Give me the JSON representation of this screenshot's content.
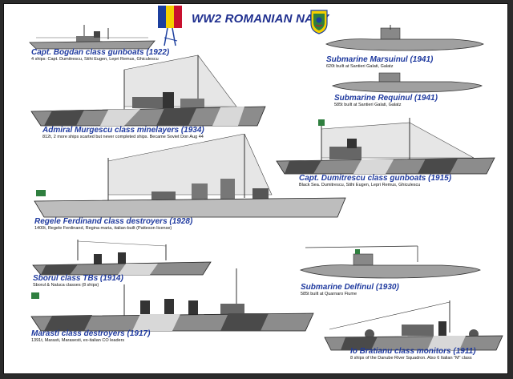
{
  "title": "WW2 ROMANIAN NAVY",
  "colors": {
    "caption_blue": "#1f3a9f",
    "flag_blue": "#1c3f9e",
    "flag_yellow": "#f5d000",
    "flag_red": "#c8102e",
    "hull_grey": "#9a9a9a",
    "camo_dark": "#4a4a4a",
    "camo_light": "#d8d8d8"
  },
  "icons": [
    "romanian-flag-icon",
    "naval-crest-icon"
  ],
  "ships": [
    {
      "name": "Capt. Bogdan class gunboats (1922)",
      "desc": "4 ships: Capt. Dumitrescu, Stihi Eugen, Lepri Remus, Ghiculescu"
    },
    {
      "name": "Submarine Marsuinul (1941)",
      "desc": "620t built at Santieri Galati, Galatz"
    },
    {
      "name": "Submarine Requinul (1941)",
      "desc": "585t built at Santieri Galati, Galatz"
    },
    {
      "name": "Admiral Murgescu class minelayers (1934)",
      "desc": "812t, 2 more ships scarted but never completed ships. Became Soviet Don Aug 44"
    },
    {
      "name": "Capt. Dumitrescu class gunboats (1915)",
      "desc": "Black Sea. Dumitrescu, Stihi Eugen, Lepri Remus, Ghiculescu"
    },
    {
      "name": "Regele Ferdinand class destroyers (1928)",
      "desc": "1400t, Regele Ferdinand, Regina maria, italian-built (Patteson license)"
    },
    {
      "name": "Sborul class TBs (1914)",
      "desc": "Sborul & Naluca classes (8 ships)"
    },
    {
      "name": "Submarine Delfinul (1930)",
      "desc": "585t built at Quarnaro Fiume"
    },
    {
      "name": "Marasti class destroyers (1917)",
      "desc": "1391t, Marasti, Marasesti, ex-italian CO leaders"
    },
    {
      "name": "Io Bratianu class monitors (1911)",
      "desc": "8 ships of the Danube River Squadron. Also 6 Italian \"M\" class"
    }
  ]
}
